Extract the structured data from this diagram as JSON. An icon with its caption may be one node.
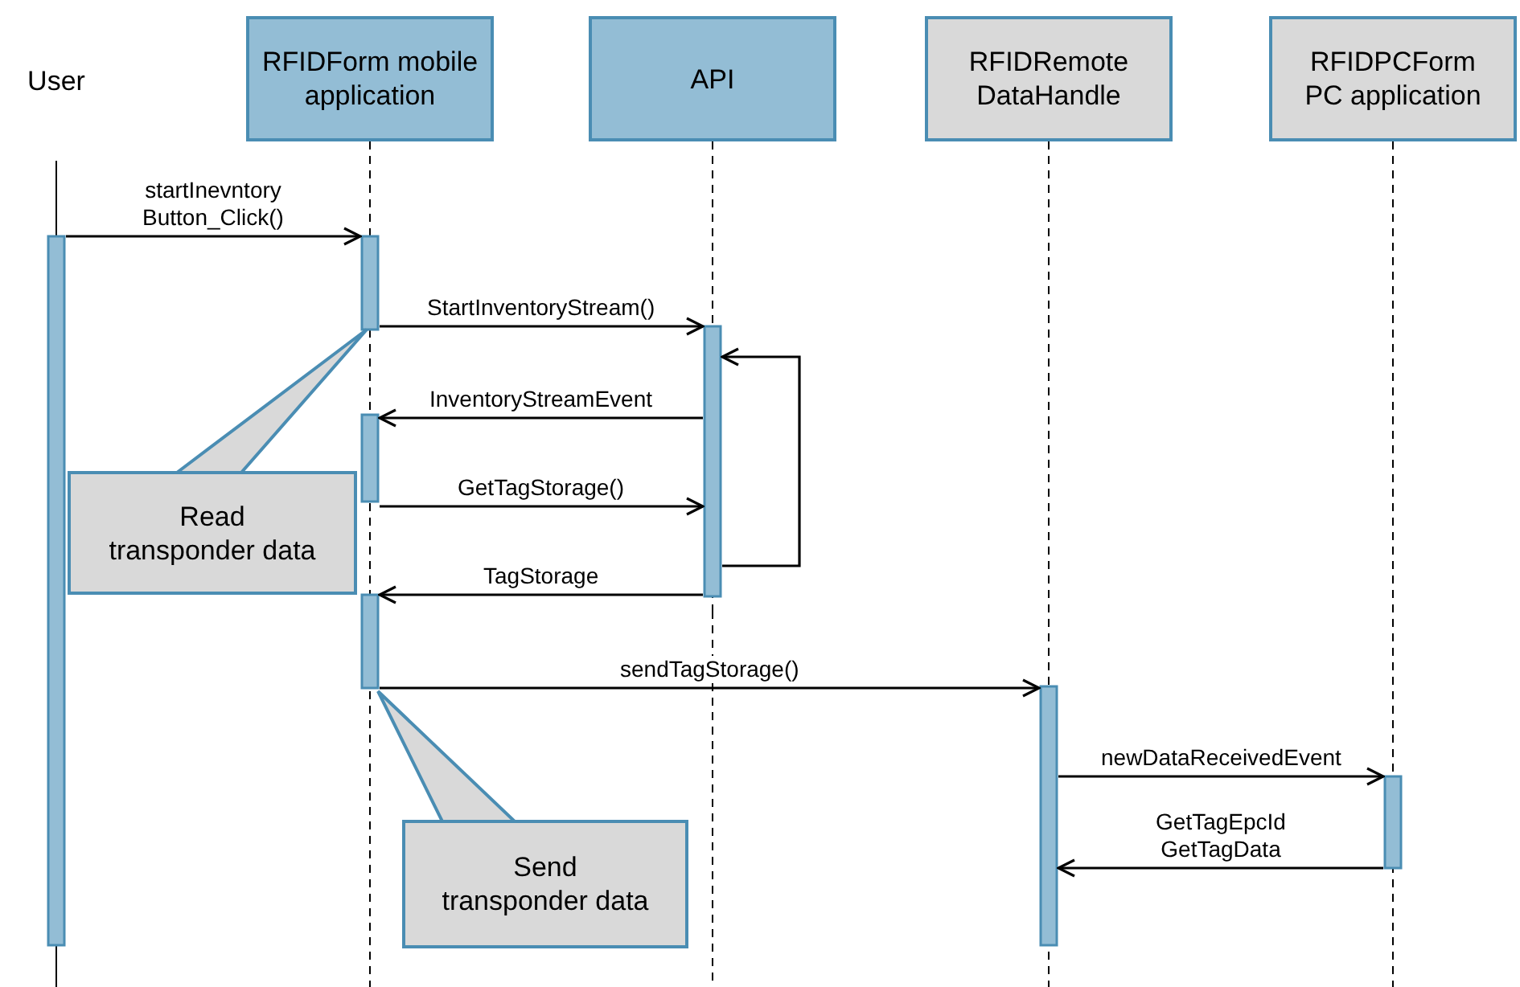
{
  "diagram": {
    "nodes": [
      {
        "text": [
          "User"
        ]
      },
      {
        "text": [
          "RFIDForm mobile application"
        ]
      },
      {
        "text": [
          "API"
        ]
      },
      {
        "text": [
          "RFIDRemote DataHandle"
        ]
      },
      {
        "text": [
          "RFIDPCForm PC application"
        ]
      },
      {
        "text": [
          "Read transponder data"
        ]
      },
      {
        "text": [
          "Send transponder data"
        ]
      }
    ],
    "edges": [
      {
        "from": 0,
        "to": 1,
        "arrow": "to",
        "label": "startInevntory Button_Click()"
      },
      {
        "from": 1,
        "to": 2,
        "arrow": "to",
        "label": "StartInventoryStream()"
      },
      {
        "from": 2,
        "to": 2,
        "arrow": "to"
      },
      {
        "from": 2,
        "to": 1,
        "arrow": "to",
        "label": "InventoryStreamEvent"
      },
      {
        "from": 1,
        "to": 2,
        "arrow": "to",
        "label": "GetTagStorage()"
      },
      {
        "from": 2,
        "to": 1,
        "arrow": "to",
        "label": "TagStorage"
      },
      {
        "from": 1,
        "to": 3,
        "arrow": "to",
        "label": "sendTagStorage()"
      },
      {
        "from": 3,
        "to": 4,
        "arrow": "to",
        "label": "newDataReceivedEvent"
      },
      {
        "from": 4,
        "to": 3,
        "arrow": "to",
        "label": "GetTagEpcId GetTagData"
      }
    ]
  }
}
